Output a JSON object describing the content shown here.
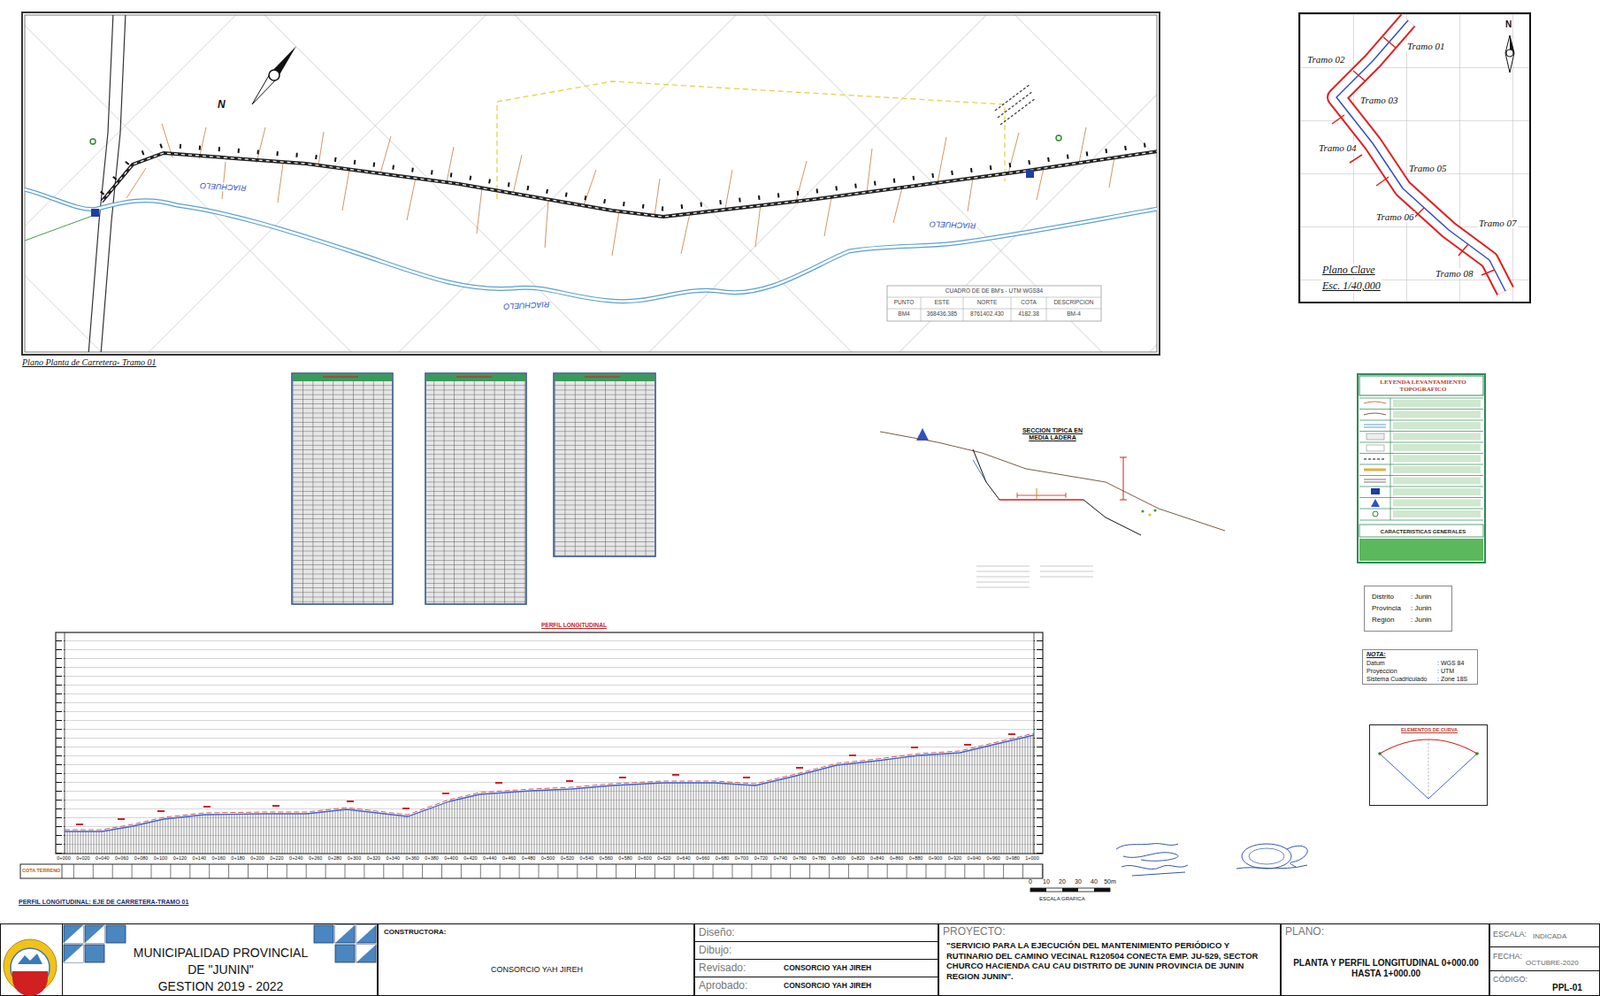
{
  "diagram": {
    "nodes": [
      {
        "text": [
          "Plano Clave",
          "Esc. 1/40,000"
        ]
      },
      {
        "text": [
          "CUADRO DE DE BM's - UTM WGS84",
          "PUNTO",
          "ESTE",
          "NORTE",
          "COTA",
          "DESCRIPCION",
          "BM4",
          "368436.385",
          "8761402.430",
          "4182.38",
          "BM-4"
        ]
      },
      {
        "text": [
          "LEYENDA LEVANTAMIENTO TOPOGRAFICO",
          "CARACTERISTICAS GENERALES"
        ]
      },
      {
        "text": [
          "Distrito",
          ": Junin",
          "Provincia",
          ": Junin",
          "Región",
          ": Junin"
        ]
      },
      {
        "text": [
          "NOTA:",
          "Datum",
          ": WGS 84",
          "Proyección",
          ": UTM",
          "Sistema Cuadriculado",
          ": Zone 18S"
        ]
      },
      {
        "text": [
          "ELEMENTOS DE CURVA"
        ]
      },
      {
        "text": [
          "MUNICIPALIDAD PROVINCIAL",
          "DE \"JUNIN\"",
          "GESTION 2019 - 2022"
        ]
      },
      {
        "text": [
          "CONSTRUCTORA:",
          "CONSORCIO YAH JIREH"
        ]
      },
      {
        "text": [
          "Diseño:"
        ]
      },
      {
        "text": [
          "Dibujo:"
        ]
      },
      {
        "text": [
          "Revisado:",
          "CONSORCIO YAH JIREH"
        ]
      },
      {
        "text": [
          "Aprobado:",
          "CONSORCIO YAH JIREH"
        ]
      },
      {
        "text": [
          "PROYECTO:",
          "\"SERVICIO PARA LA EJECUCIÓN DEL MANTENIMIENTO PERIÓDICO Y RUTINARIO DEL CAMINO VECINAL R120504 CONECTA EMP. JU-529, SECTOR CHURCO HACIENDA CAU CAU DISTRITO DE JUNIN PROVINCIA DE JUNIN REGION JUNIN\"."
        ]
      },
      {
        "text": [
          "PLANO:",
          "PLANTA Y PERFIL LONGITUDINAL 0+000.00 HASTA 1+000.00"
        ]
      },
      {
        "text": [
          "ESCALA:",
          "INDICADA"
        ]
      },
      {
        "text": [
          "FECHA:",
          "OCTUBRE-2020"
        ]
      },
      {
        "text": [
          "CÓDIGO:",
          "PPL-01"
        ]
      }
    ],
    "labels": [
      "N",
      "RIACHUELO",
      "RIACHUELO",
      "RIACHUELO",
      "Plano Planta de Carretera- Tramo 01",
      "Tramo 01",
      "Tramo 02",
      "Tramo 03",
      "Tramo 04",
      "Tramo 05",
      "Tramo 06",
      "Tramo 07",
      "Tramo 08",
      "N",
      "SECCION TIPICA EN MEDIA LADERA",
      "PERFIL LONGITUDINAL",
      "COTA TERRENO",
      "0+000",
      "0+020",
      "0+040",
      "0+060",
      "0+080",
      "0+100",
      "0+120",
      "0+140",
      "0+160",
      "0+180",
      "0+200",
      "0+220",
      "0+240",
      "0+260",
      "0+280",
      "0+300",
      "0+320",
      "0+340",
      "0+360",
      "0+380",
      "0+400",
      "0+420",
      "0+440",
      "0+460",
      "0+480",
      "0+500",
      "0+520",
      "0+540",
      "0+560",
      "0+580",
      "0+600",
      "0+620",
      "0+640",
      "0+660",
      "0+680",
      "0+700",
      "0+720",
      "0+740",
      "0+760",
      "0+780",
      "0+800",
      "0+820",
      "0+840",
      "0+860",
      "0+880",
      "0+900",
      "0+920",
      "0+940",
      "0+960",
      "0+980",
      "1+000",
      "PERFIL LONGITUDINAL: EJE DE CARRETERA-TRAMO 01",
      "0",
      "10",
      "20",
      "30",
      "40",
      "50m",
      "ESCALA GRAFICA"
    ]
  }
}
